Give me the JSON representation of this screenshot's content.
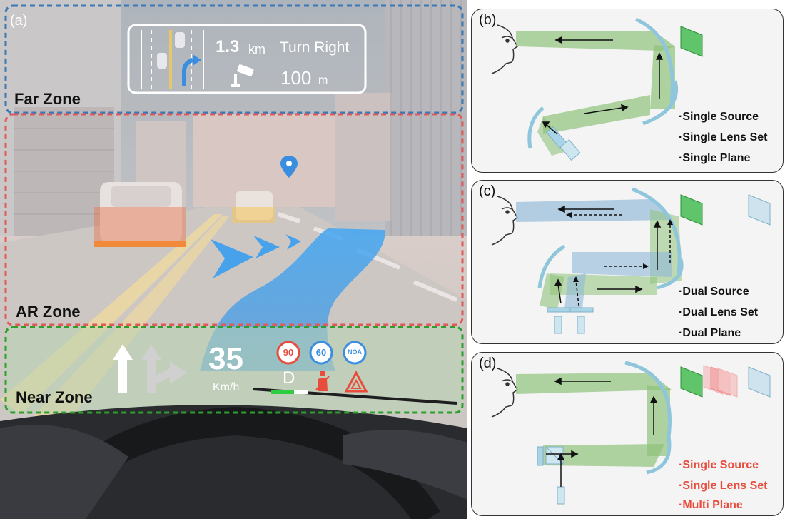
{
  "panel_a": {
    "label": "(a)",
    "nav": {
      "distance_value": "1.3",
      "distance_unit": "km",
      "instruction": "Turn Right",
      "camera_value": "100",
      "camera_unit": "m"
    },
    "zones": {
      "far": "Far Zone",
      "ar": "AR Zone",
      "near": "Near Zone"
    },
    "cluster": {
      "speed": "35",
      "speed_unit": "Km/h",
      "gear": "D",
      "signs": [
        "90",
        "60",
        "NOA"
      ]
    }
  },
  "panel_b": {
    "label": "(b)",
    "features": [
      "·Single Source",
      "·Single Lens Set",
      "·Single Plane"
    ]
  },
  "panel_c": {
    "label": "(c)",
    "features": [
      "·Dual Source",
      "·Dual Lens Set",
      "·Dual Plane"
    ]
  },
  "panel_d": {
    "label": "(d)",
    "features": [
      "·Single Source",
      "·Single Lens Set",
      "·Multi Plane"
    ]
  },
  "colors": {
    "far_zone_border": "#3b78b5",
    "ar_zone_border": "#e05a5a",
    "near_zone_border": "#2e9e2e",
    "beam_green": "#8fc27a",
    "beam_blue": "#8fb8d8",
    "highlight_red": "#e74c3c"
  }
}
